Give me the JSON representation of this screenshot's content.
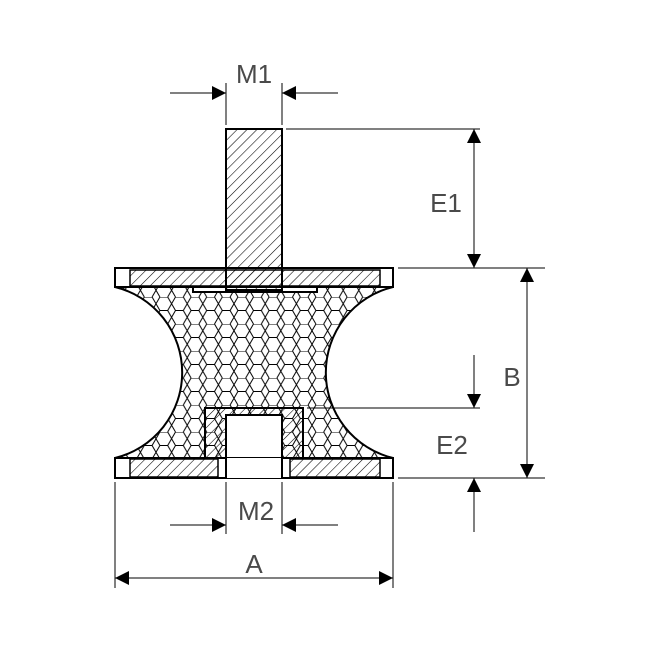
{
  "diagram": {
    "labels": {
      "m1": "M1",
      "m2": "M2",
      "e1": "E1",
      "e2": "E2",
      "a": "A",
      "b": "B"
    },
    "colors": {
      "line": "#000000",
      "text": "#4a4a4a",
      "background": "#ffffff"
    }
  }
}
